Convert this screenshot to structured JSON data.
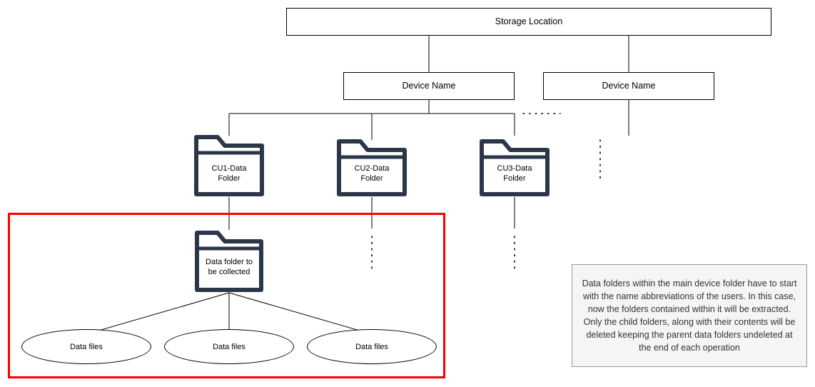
{
  "diagram": {
    "title_node": {
      "label": "Storage Location"
    },
    "devices": [
      {
        "label": "Device Name"
      },
      {
        "label": "Device Name"
      }
    ],
    "data_folders": [
      {
        "label": "CU1-Data\nFolder"
      },
      {
        "label": "CU2-Data\nFolder"
      },
      {
        "label": "CU3-Data\nFolder"
      }
    ],
    "collected_folder": {
      "label": "Data folder to\nbe collected"
    },
    "data_files": [
      {
        "label": "Data files"
      },
      {
        "label": "Data files"
      },
      {
        "label": "Data files"
      }
    ],
    "note": {
      "text": "Data folders within the main device folder have to start with the name abbreviations of the users. In this case, now the folders contained within it will be extracted. Only the child folders, along with their contents will be deleted keeping the parent data folders undeleted at the end of each operation"
    },
    "colors": {
      "folder_stroke": "#2b3648",
      "line": "#000000",
      "highlight": "#ff0000",
      "note_bg": "#f5f5f5",
      "note_border": "#999999",
      "box_fill": "#ffffff"
    }
  }
}
